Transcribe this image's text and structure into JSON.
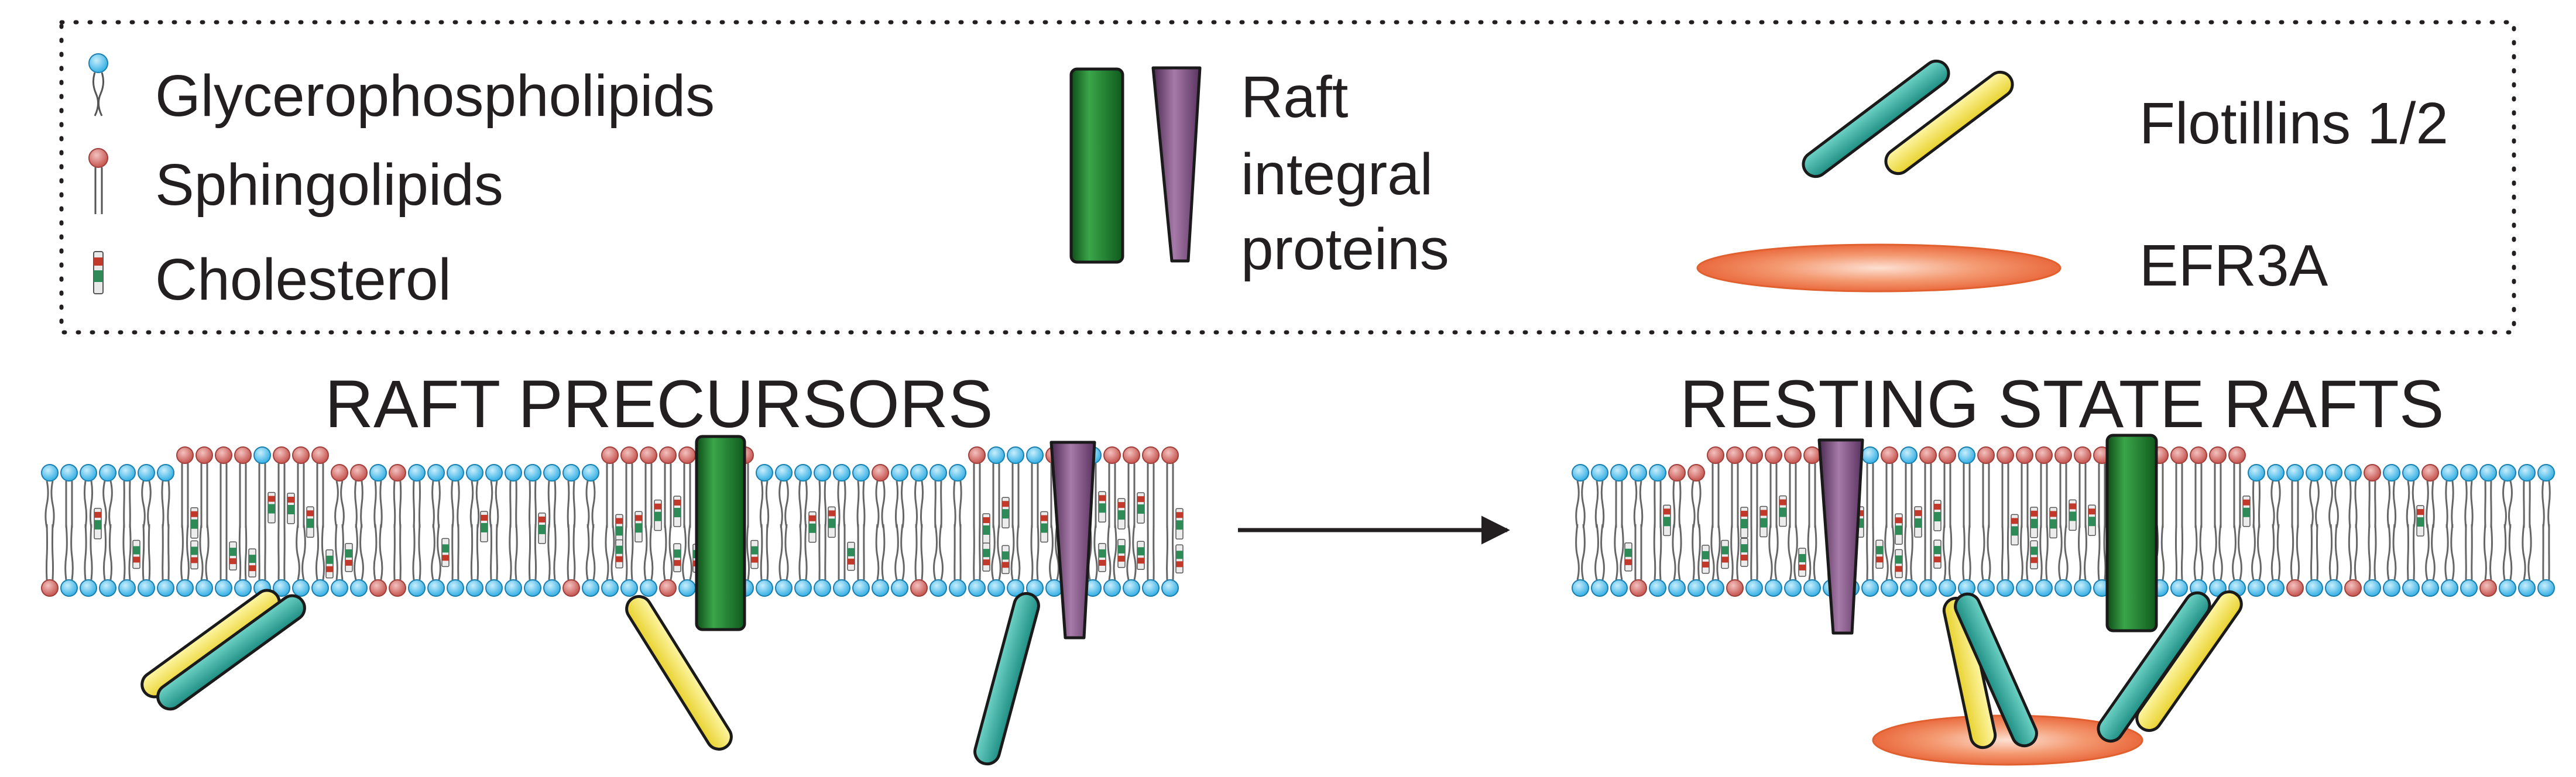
{
  "legend": {
    "glycerophospholipids": "Glycerophospholipids",
    "sphingolipids": "Sphingolipids",
    "cholesterol": "Cholesterol",
    "raft_integral_line1": "Raft",
    "raft_integral_line2": "integral",
    "raft_integral_line3": "proteins",
    "flotillins": "Flotillins 1/2",
    "efr3a": "EFR3A"
  },
  "panels": {
    "left_title": "RAFT PRECURSORS",
    "right_title": "RESTING STATE RAFTS"
  },
  "colors": {
    "glycero_head": "#5cc6ee",
    "sphingo_head": "#d9716d",
    "cholesterol_red": "#c0392b",
    "cholesterol_green": "#2e8b57",
    "raft_green": "#1e7d32",
    "raft_purple": "#8c5a8e",
    "flotillin_teal": "#2aa69a",
    "flotillin_yellow": "#f5e24a",
    "efr3a": "#f07a4e",
    "ink": "#231f20"
  },
  "icons": {
    "arrow": "right-arrow-icon",
    "border": "dotted-legend-border"
  }
}
